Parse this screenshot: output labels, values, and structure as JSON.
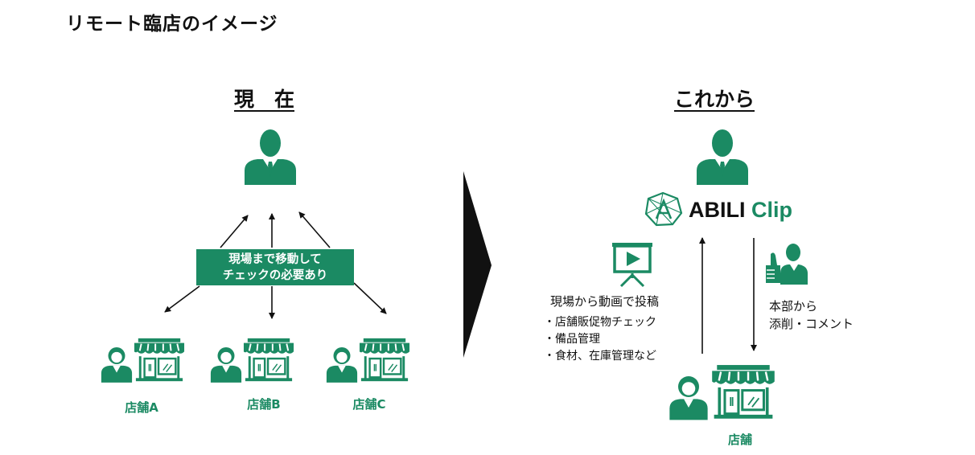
{
  "title": "リモート臨店のイメージ",
  "current": {
    "heading": "現　在",
    "note_line1": "現場まで移動して",
    "note_line2": "チェックの必要あり",
    "stores": [
      "店舗A",
      "店舗B",
      "店舗C"
    ]
  },
  "future": {
    "heading": "これから",
    "logo_main": "ABILI",
    "logo_sub": "Clip",
    "post_label": "現場から動画で投稿",
    "post_items": [
      "・店舗販促物チェック",
      "・備品管理",
      "・食材、在庫管理など"
    ],
    "feedback_line1": "本部から",
    "feedback_line2": "添削・コメント",
    "store": "店舗"
  },
  "colors": {
    "accent": "#1b8a63",
    "text": "#111111"
  },
  "icons": [
    "manager-icon",
    "staff-icon",
    "storefront-icon",
    "video-screen-icon",
    "thumbs-up-advisor-icon",
    "abili-logo-icon",
    "transition-arrow-icon"
  ]
}
